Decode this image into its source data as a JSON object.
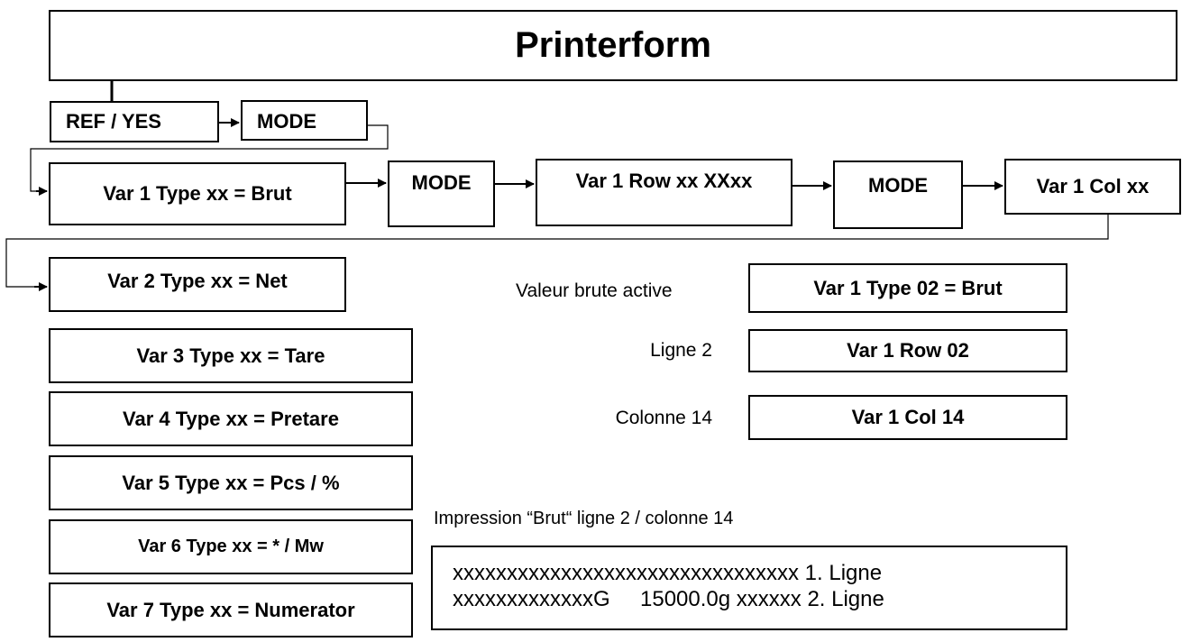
{
  "title": "Printerform",
  "flow": {
    "ref_yes": "REF / YES",
    "mode_1": "MODE",
    "var1_type": "Var 1 Type xx = Brut",
    "mode_2": "MODE",
    "var1_row": "Var 1 Row xx XXxx",
    "mode_3": "MODE",
    "var1_col": "Var 1 Col xx"
  },
  "var_types": [
    "Var 2 Type xx = Net",
    "Var 3 Type xx =  Tare",
    "Var 4 Type xx = Pretare",
    "Var 5 Type xx = Pcs / %",
    "Var 6 Type xx = * / Mw",
    "Var 7 Type xx = Numerator"
  ],
  "example": {
    "items": [
      {
        "label": "Valeur brute active",
        "value": "Var 1 Type 02 = Brut"
      },
      {
        "label": "Ligne 2",
        "value": "Var 1 Row 02"
      },
      {
        "label": "Colonne 14",
        "value": "Var 1 Col 14"
      }
    ],
    "caption": "Impression “Brut“ ligne 2 / colonne 14",
    "output_lines": [
      "xxxxxxxxxxxxxxxxxxxxxxxxxxxxxxxx 1. Ligne",
      "xxxxxxxxxxxxxG     15000.0g xxxxxx 2. Ligne"
    ]
  }
}
